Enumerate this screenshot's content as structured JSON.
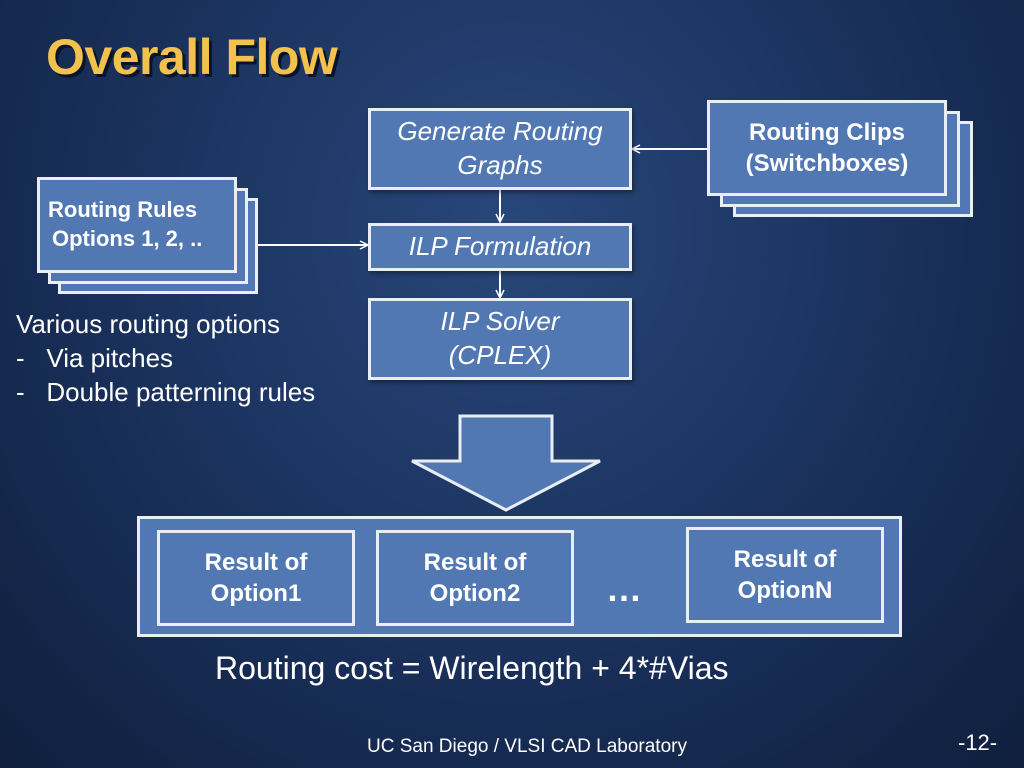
{
  "slide": {
    "title": "Overall Flow",
    "footer": "UC San Diego / VLSI CAD Laboratory",
    "page_number": "-12-"
  },
  "flow": {
    "generate_graphs": [
      "Generate Routing",
      "Graphs"
    ],
    "ilp_formulation": "ILP Formulation",
    "ilp_solver": [
      "ILP Solver",
      "(CPLEX)"
    ],
    "routing_clips": [
      "Routing Clips",
      "(Switchboxes)"
    ],
    "routing_rules": [
      "Routing Rules",
      "Options 1, 2, .."
    ]
  },
  "notes": {
    "heading": "Various routing options",
    "items": [
      "Via pitches",
      "Double patterning rules"
    ]
  },
  "results": {
    "items": [
      [
        "Result of",
        "Option1"
      ],
      [
        "Result of",
        "Option2"
      ],
      [
        "Result of",
        "OptionN"
      ]
    ],
    "ellipsis": "…"
  },
  "cost_formula": "Routing cost = Wirelength + 4*#Vias",
  "colors": {
    "background": "#1c3461",
    "box_fill": "#5178b3",
    "box_border": "#e9eef5",
    "title": "#f2c14e"
  }
}
